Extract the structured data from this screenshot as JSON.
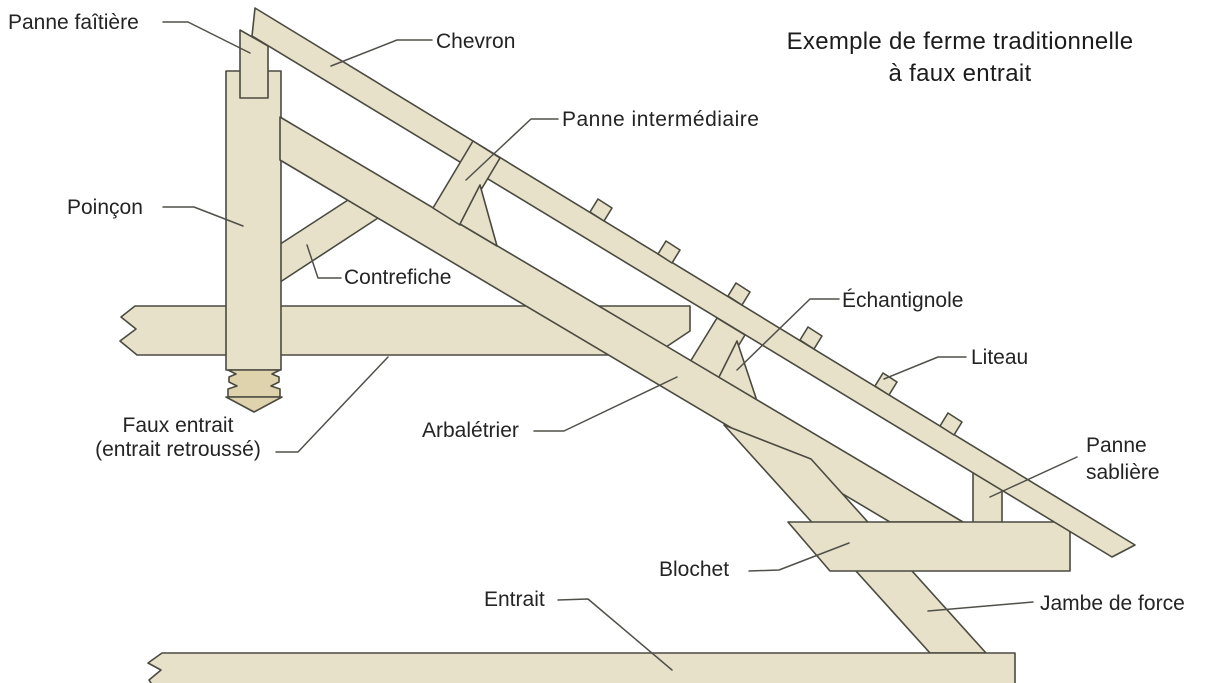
{
  "title": {
    "line1": "Exemple de ferme traditionnelle",
    "line2": "à faux entrait"
  },
  "labels": {
    "panne_faitiere": "Panne faîtière",
    "chevron": "Chevron",
    "panne_intermediaire": "Panne intermédiaire",
    "poincon": "Poinçon",
    "contrefiche": "Contrefiche",
    "echantignole": "Échantignole",
    "liteau": "Liteau",
    "faux_entrait_line1": "Faux entrait",
    "faux_entrait_line2": "(entrait retroussé)",
    "arbaletrier": "Arbalétrier",
    "panne_sabliere_line1": "Panne",
    "panne_sabliere_line2": "sablière",
    "blochet": "Blochet",
    "entrait": "Entrait",
    "jambe_de_force": "Jambe de force"
  },
  "colors": {
    "background": "#ffffff",
    "wood": "#e7e1ca",
    "wood_dark": "#ded3ac",
    "outline": "#4b4a40",
    "leader": "#50504a",
    "text": "#242424"
  }
}
